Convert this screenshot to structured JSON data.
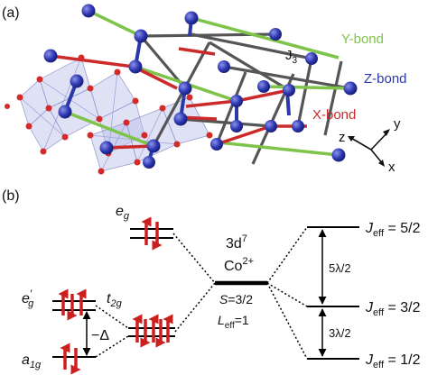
{
  "panel_a": {
    "label": "(a)",
    "bond_labels": {
      "y_bond": "Y-bond",
      "z_bond": "Z-bond",
      "x_bond": "X-bond",
      "j3": "J",
      "j3_sub": "3"
    },
    "axes": {
      "z": "z",
      "y": "y",
      "x": "x"
    },
    "colors": {
      "y_bond": "#7ec34a",
      "z_bond": "#2b38a8",
      "x_bond": "#cc2a2a",
      "j3_bond": "#555555",
      "co_atom": "#2c36b0",
      "o_atom": "#d42a2a",
      "octahedron": "#b8bde8"
    }
  },
  "panel_b": {
    "label": "(b)",
    "left_levels": {
      "eg_sym": "e",
      "eg_sub": "g",
      "eg_prime_sym": "e",
      "eg_prime_sup": "′",
      "eg_prime_sub": "g",
      "t2g_sym": "t",
      "t2g_sub": "2g",
      "a1g_sym": "a",
      "a1g_sub": "1g",
      "delta": "−Δ"
    },
    "center": {
      "config": "3d",
      "config_sup": "7",
      "ion": "Co",
      "ion_sup": "2+",
      "spin": "=3/2",
      "spin_sym": "S",
      "l_sym": "L",
      "l_sub": "eff",
      "l_val": "=1"
    },
    "right_levels": [
      {
        "sym": "J",
        "sub": "eff",
        "val": " = 5/2"
      },
      {
        "sym": "J",
        "sub": "eff",
        "val": " = 3/2"
      },
      {
        "sym": "J",
        "sub": "eff",
        "val": " = 1/2"
      }
    ],
    "gaps": {
      "upper": "5λ/2",
      "lower": "3λ/2"
    },
    "colors": {
      "arrow": "#cc1f1f",
      "level": "#000000"
    }
  }
}
